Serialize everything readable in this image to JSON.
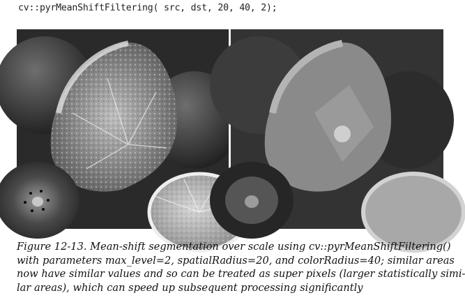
{
  "code": {
    "line": "cv::pyrMeanShiftFiltering( src, dst, 20, 40, 2);"
  },
  "figure": {
    "left_image": "original-fruit-photo",
    "right_image": "mean-shift-segmented-fruit-photo"
  },
  "caption": {
    "lines": [
      "Figure 12-13. Mean-shift segmentation over scale using cv::pyrMeanShiftFiltering()",
      "with parameters max_level=2, spatialRadius=20, and colorRadius=40; similar areas",
      "now have similar values and so can be treated as super pixels (larger statistically simi-",
      "lar areas), which can speed up subsequent processing significantly"
    ]
  }
}
